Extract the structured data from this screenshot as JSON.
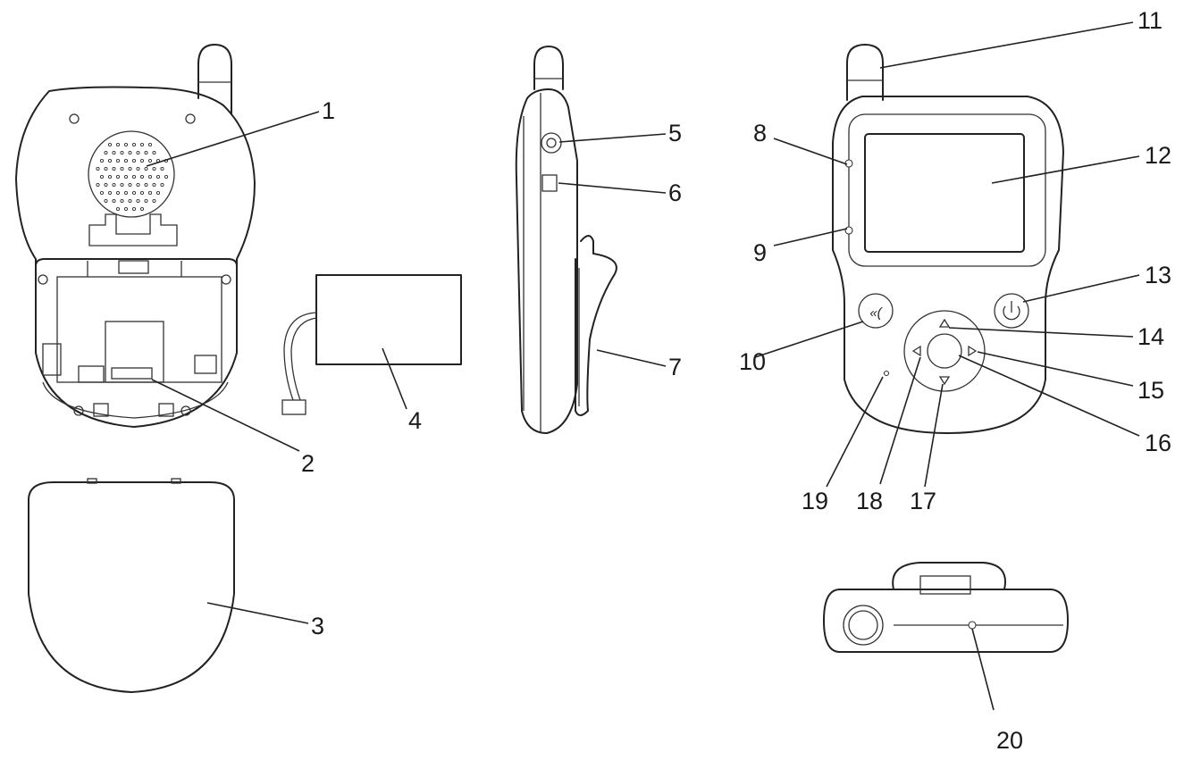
{
  "callouts": [
    "1",
    "2",
    "3",
    "4",
    "5",
    "6",
    "7",
    "8",
    "9",
    "10",
    "11",
    "12",
    "13",
    "14",
    "15",
    "16",
    "17",
    "18",
    "19",
    "20"
  ],
  "icons": {
    "power_button": "power-icon",
    "talk_button": "talk-icon"
  }
}
